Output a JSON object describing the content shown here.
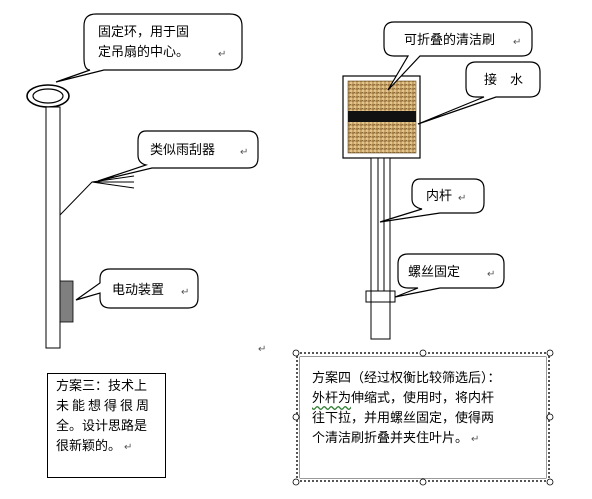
{
  "callouts": {
    "ring": [
      "固定环，用于固",
      "定吊扇的中心。"
    ],
    "wiper": "类似雨刮器",
    "motor": "电动装置",
    "brush": "可折叠的清洁刷",
    "water": "接　水",
    "inner_rod": "内杆",
    "screw": "螺丝固定"
  },
  "plan3": {
    "lines": [
      "方案三：技术上",
      "未能想得很周",
      "全。设计思路是",
      "很新颖的。"
    ]
  },
  "plan4": {
    "lines": [
      "方案四（经过权衡比较筛选后）：",
      "外杆为伸缩式，使用时，将内杆",
      "往下拉，并用螺丝固定，使得两",
      "个清洁刷折叠并夹住叶片。"
    ],
    "squiggle": "外杆为"
  },
  "paragraph_mark": "↵",
  "colors": {
    "brush_fill": "#c8a064",
    "brush_dark": "#8b6a3a",
    "stripe": "#111111",
    "motor": "#7f7f7f",
    "squiggle": "#2e7d32"
  }
}
